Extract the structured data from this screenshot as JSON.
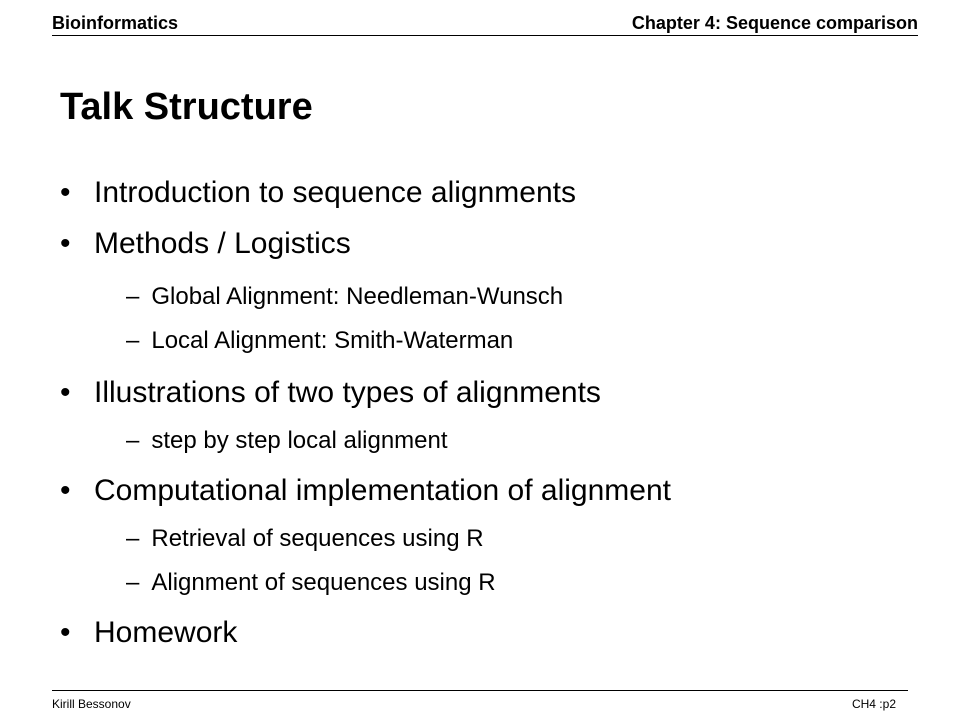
{
  "header": {
    "left": "Bioinformatics",
    "right": "Chapter 4: Sequence comparison"
  },
  "title": "Talk Structure",
  "outline": [
    {
      "level": 1,
      "text": "Introduction to sequence alignments"
    },
    {
      "level": 1,
      "text": "Methods / Logistics"
    },
    {
      "level": 2,
      "text": "Global Alignment: Needleman-Wunsch"
    },
    {
      "level": 2,
      "text": "Local Alignment: Smith-Waterman"
    },
    {
      "level": 1,
      "text": "Illustrations of two types of alignments"
    },
    {
      "level": 2,
      "text": "step by step local alignment"
    },
    {
      "level": 1,
      "text": "Computational implementation of alignment"
    },
    {
      "level": 2,
      "text": "Retrieval of sequences using R"
    },
    {
      "level": 2,
      "text": "Alignment of sequences using R"
    },
    {
      "level": 1,
      "text": "Homework"
    }
  ],
  "markers": {
    "l1": "•",
    "l2": "–"
  },
  "footer": {
    "left": "Kirill Bessonov",
    "right": "CH4 :p2"
  }
}
